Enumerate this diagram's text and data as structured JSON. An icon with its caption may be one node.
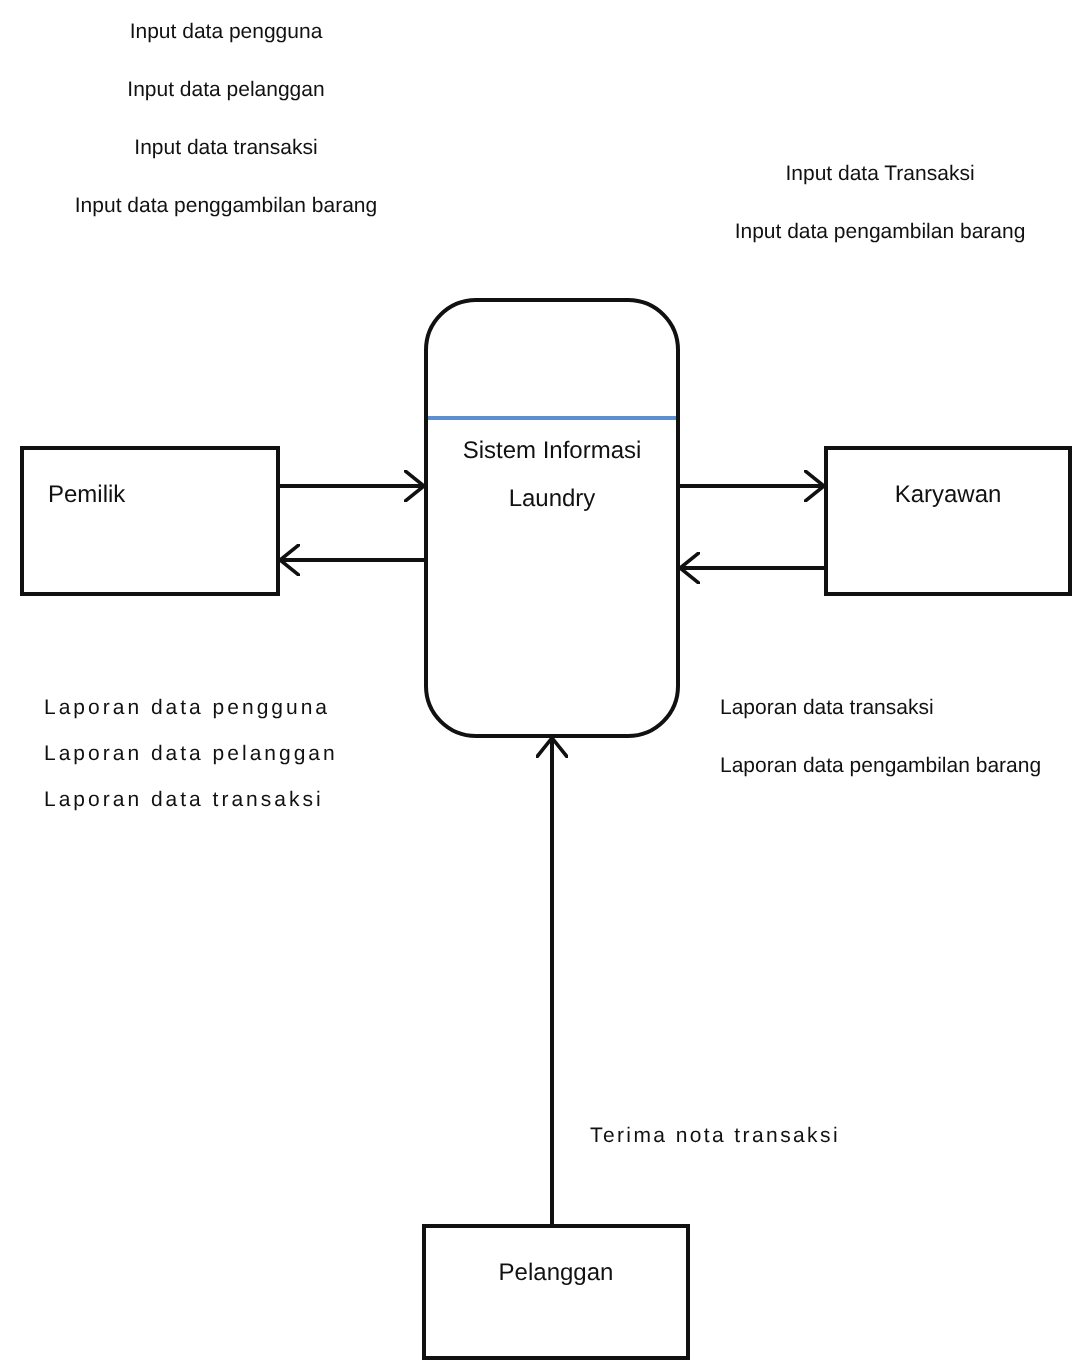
{
  "diagram": {
    "nodes": [
      {
        "text": [
          "Pemilik"
        ]
      },
      {
        "text": [
          "Sistem Informasi Laundry"
        ]
      },
      {
        "text": [
          "Karyawan"
        ]
      },
      {
        "text": [
          "Pelanggan"
        ]
      }
    ],
    "edges": [
      {
        "from": 0,
        "to": 1,
        "arrow": "to"
      },
      {
        "from": 1,
        "to": 0,
        "arrow": "to"
      },
      {
        "from": 1,
        "to": 2,
        "arrow": "to"
      },
      {
        "from": 2,
        "to": 1,
        "arrow": "to"
      },
      {
        "from": 3,
        "to": 1,
        "arrow": "to"
      }
    ],
    "labels": [
      "Input data pengguna",
      "Input data pelanggan",
      "Input data transaksi",
      "Input data penggambilan barang",
      "Input data Transaksi",
      "Input data pengambilan barang",
      "Laporan data pengguna",
      "Laporan data pelanggan",
      "Laporan data transaksi",
      "Laporan data transaksi",
      "Laporan data pengambilan barang",
      "Terima nota transaksi"
    ]
  }
}
